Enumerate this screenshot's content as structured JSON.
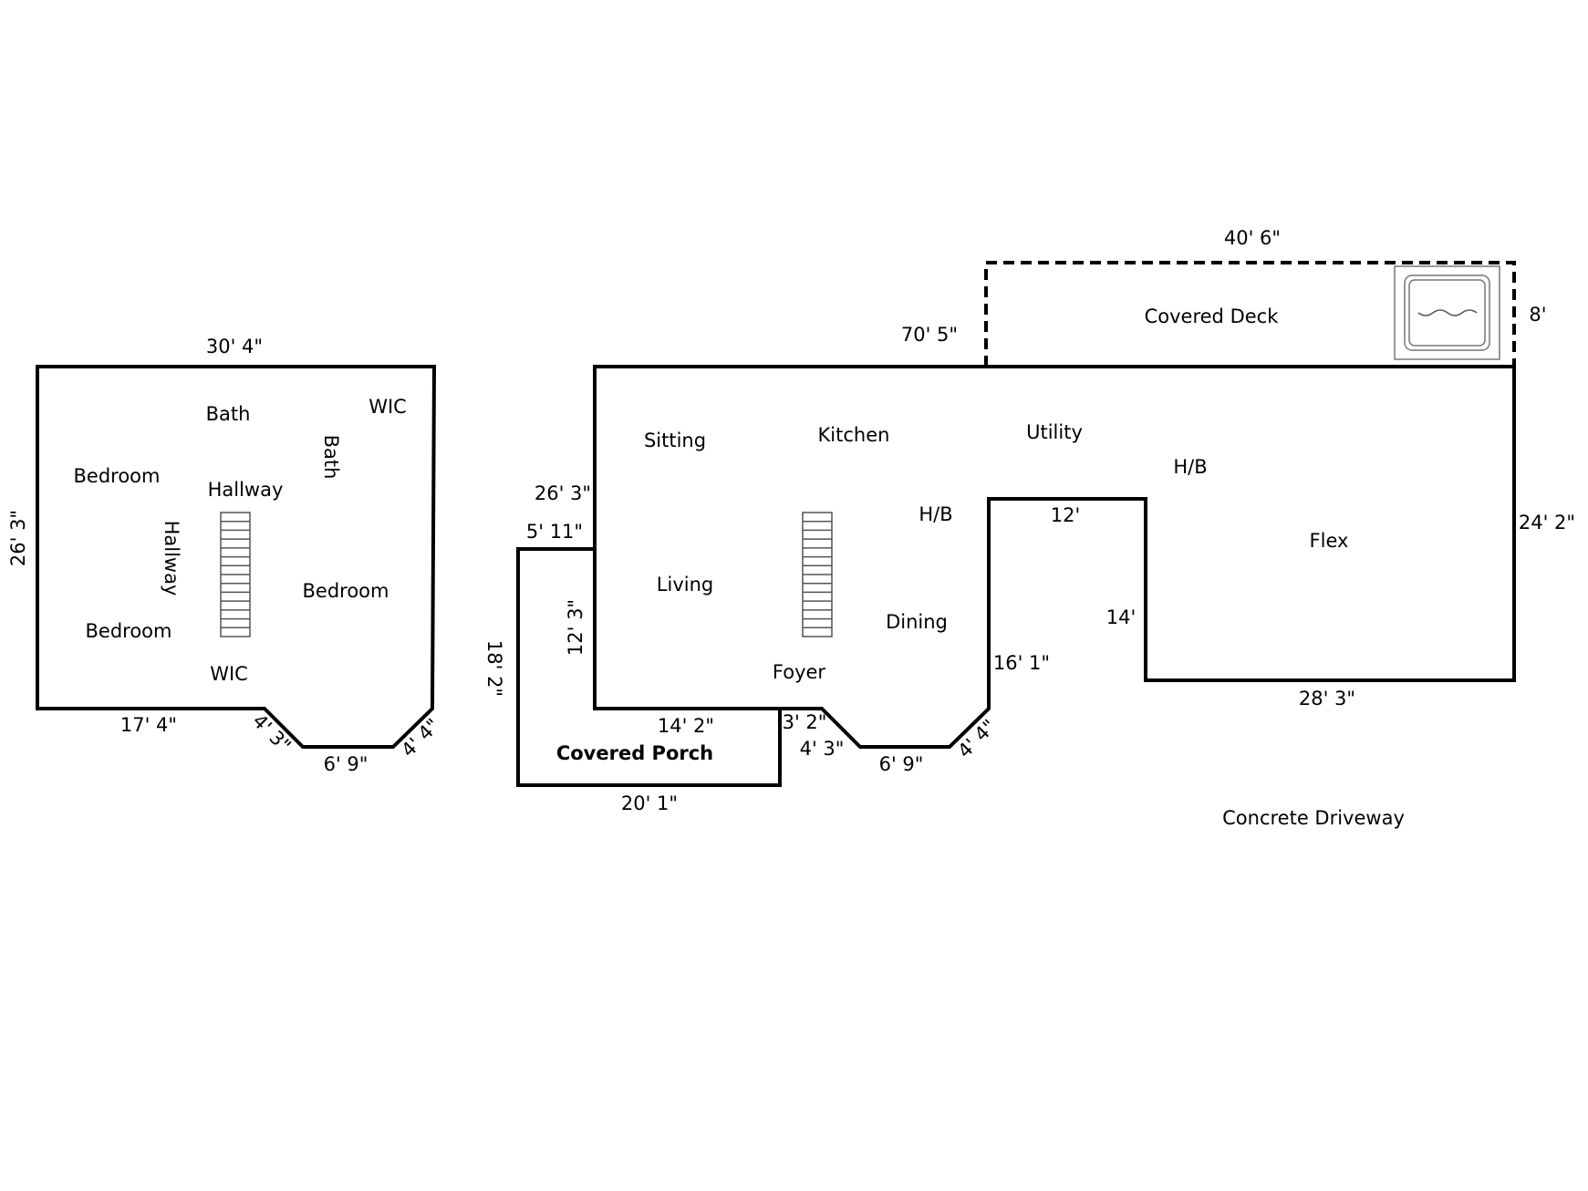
{
  "upper_floor": {
    "dimensions": {
      "top": "30' 4\"",
      "left": "26' 3\"",
      "bottom_left": "17' 4\"",
      "angle_left": "4' 3\"",
      "bottom_mid": "6' 9\"",
      "angle_right": "4' 4\""
    },
    "rooms": {
      "bath": "Bath",
      "wic_top": "WIC",
      "bath_vertical": "Bath",
      "bedroom_top_left": "Bedroom",
      "hallway": "Hallway",
      "hallway_vertical": "Hallway",
      "bedroom_right": "Bedroom",
      "bedroom_bottom_left": "Bedroom",
      "wic_bottom": "WIC"
    }
  },
  "main_floor": {
    "dimensions": {
      "deck_top": "40' 6\"",
      "top": "70' 5\"",
      "deck_right": "8'",
      "left_upper": "26' 3\"",
      "porch_top": "5' 11\"",
      "porch_side": "18' 2\"",
      "left_lower": "12' 3\"",
      "bottom_left": "14' 2\"",
      "porch_bottom": "20' 1\"",
      "step": "3' 2\"",
      "angle_left": "4' 3\"",
      "bottom_mid": "6' 9\"",
      "angle_right": "4' 4\"",
      "notch_left": "16' 1\"",
      "notch_top": "12'",
      "notch_right": "14'",
      "bottom_right": "28' 3\"",
      "right": "24' 2\""
    },
    "rooms": {
      "covered_deck": "Covered Deck",
      "sitting": "Sitting",
      "kitchen": "Kitchen",
      "utility": "Utility",
      "hb_right": "H/B",
      "hb_mid": "H/B",
      "flex": "Flex",
      "living": "Living",
      "dining": "Dining",
      "foyer": "Foyer",
      "covered_porch": "Covered Porch",
      "concrete_driveway": "Concrete Driveway"
    }
  },
  "icons": {
    "stairs": "stairs-icon",
    "hot_tub": "hot-tub-icon"
  }
}
